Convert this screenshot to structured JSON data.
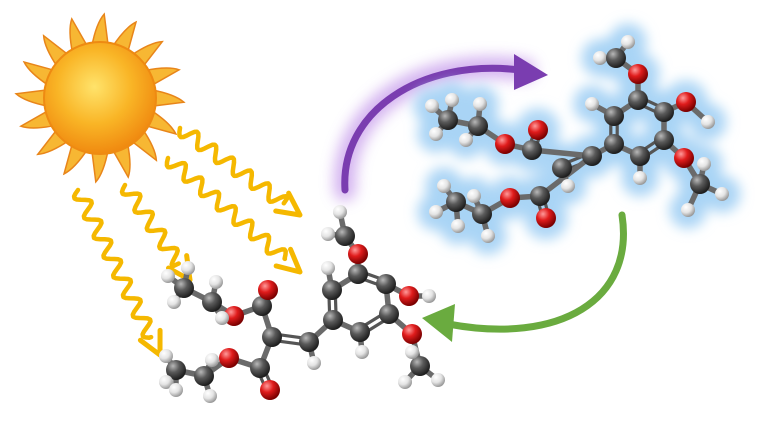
{
  "colors": {
    "background": "#ffffff",
    "sun_core": "#f7a21b",
    "sun_rays": "#f5a623",
    "light_waves": "#f5b800",
    "arrow_purple": "#7a3db0",
    "arrow_green": "#6aab3f",
    "glow": "#a9d4f5",
    "carbon": "#4a4a4a",
    "oxygen": "#d81e1e",
    "hydrogen": "#e6e6e6"
  },
  "icons": {
    "sun": "sun-icon",
    "light": "wavy-light-ray",
    "forward_arrow": "curved-arrow-purple",
    "reverse_arrow": "curved-arrow-green"
  }
}
